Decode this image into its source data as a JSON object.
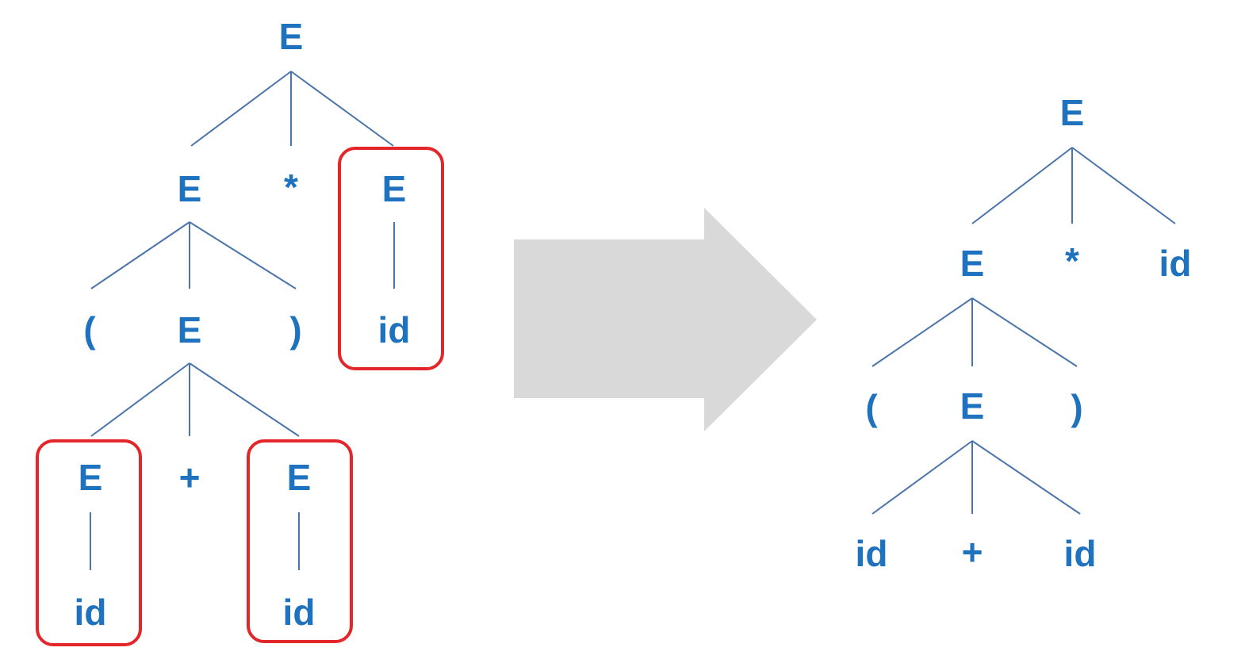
{
  "colors": {
    "node_text": "#1E72BE",
    "edge": "#4A74AA",
    "highlight_box": "#E3262A",
    "arrow": "#D9D9D9",
    "background": "#FFFFFF"
  },
  "left_tree": {
    "nodes": {
      "root": "E",
      "e_left": "E",
      "star": "*",
      "e_right": "E",
      "id_right": "id",
      "lparen": "(",
      "e_mid": "E",
      "rparen": ")",
      "e_a": "E",
      "plus": "+",
      "e_b": "E",
      "id_a": "id",
      "id_b": "id"
    },
    "highlighted": [
      "e_right",
      "e_a",
      "e_b"
    ]
  },
  "transform_arrow": {
    "icon": "right-arrow-icon"
  },
  "right_tree": {
    "nodes": {
      "root": "E",
      "e_left": "E",
      "star": "*",
      "id_top": "id",
      "lparen": "(",
      "e_mid": "E",
      "rparen": ")",
      "id_a": "id",
      "plus": "+",
      "id_b": "id"
    }
  }
}
